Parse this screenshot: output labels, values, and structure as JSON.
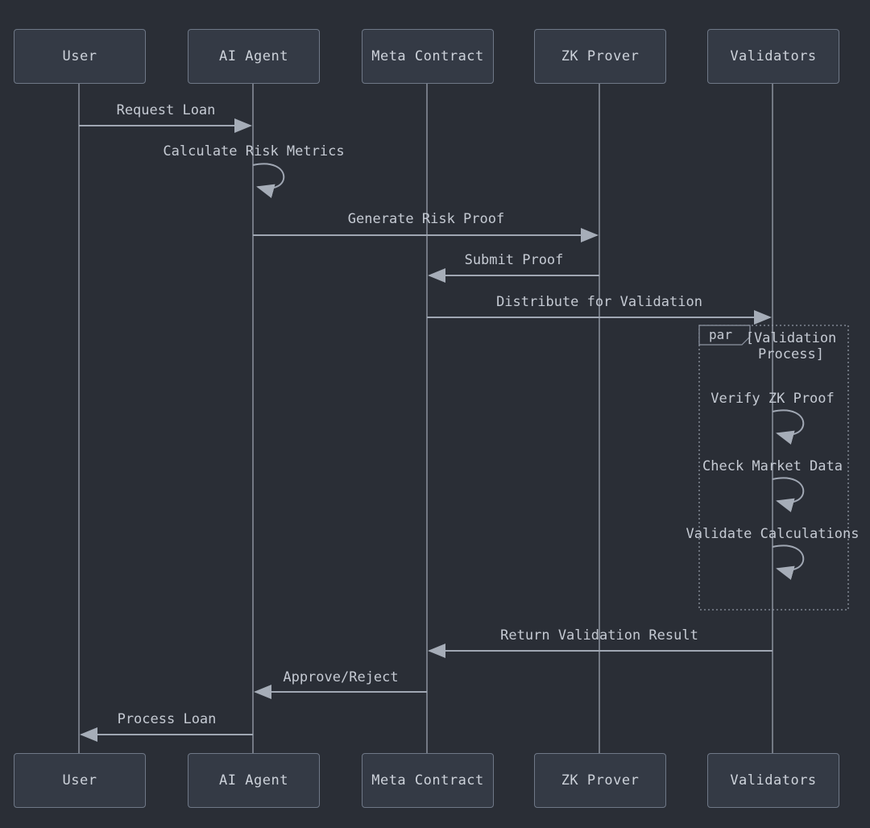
{
  "diagram": {
    "type": "sequence-diagram",
    "participants": [
      "User",
      "AI Agent",
      "Meta Contract",
      "ZK Prover",
      "Validators"
    ],
    "messages": [
      {
        "from": "User",
        "to": "AI Agent",
        "label": "Request Loan",
        "style": "solid-arrow"
      },
      {
        "from": "AI Agent",
        "to": "AI Agent",
        "label": "Calculate Risk Metrics",
        "style": "self-loop"
      },
      {
        "from": "AI Agent",
        "to": "ZK Prover",
        "label": "Generate Risk Proof",
        "style": "solid-arrow"
      },
      {
        "from": "ZK Prover",
        "to": "Meta Contract",
        "label": "Submit Proof",
        "style": "solid-arrow"
      },
      {
        "from": "Meta Contract",
        "to": "Validators",
        "label": "Distribute for Validation",
        "style": "solid-arrow"
      },
      {
        "from": "Validators",
        "to": "Validators",
        "label": "Verify ZK Proof",
        "style": "self-loop"
      },
      {
        "from": "Validators",
        "to": "Validators",
        "label": "Check Market Data",
        "style": "self-loop"
      },
      {
        "from": "Validators",
        "to": "Validators",
        "label": "Validate Calculations",
        "style": "self-loop"
      },
      {
        "from": "Validators",
        "to": "Meta Contract",
        "label": "Return Validation Result",
        "style": "solid-arrow"
      },
      {
        "from": "Meta Contract",
        "to": "AI Agent",
        "label": "Approve/Reject",
        "style": "solid-arrow"
      },
      {
        "from": "AI Agent",
        "to": "User",
        "label": "Process Loan",
        "style": "solid-arrow"
      }
    ],
    "par_block": {
      "keyword": "par",
      "condition": "[Validation Process]",
      "contains": [
        "Verify ZK Proof",
        "Check Market Data",
        "Validate Calculations"
      ]
    },
    "colors": {
      "background": "#2a2e36",
      "participant_fill": "#343a45",
      "participant_border": "#6f7887",
      "text": "#c5cad3",
      "line": "#99a0ac",
      "par_border": "#8f96a3"
    }
  }
}
